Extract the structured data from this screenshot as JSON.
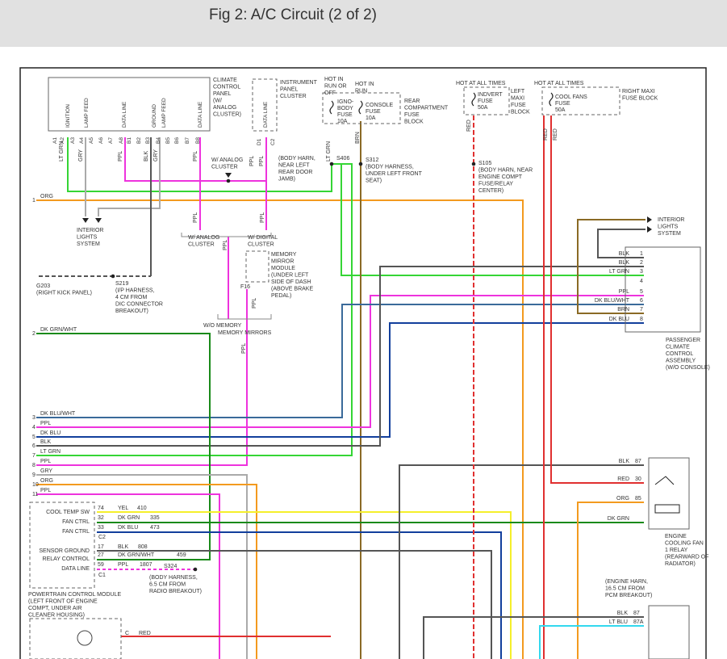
{
  "title": "Fig 2: A/C Circuit (2 of 2)",
  "colors": {
    "org": "#f39a1f",
    "ltgrn": "#35d535",
    "ppl": "#ee33dd",
    "gry": "#aaaaaa",
    "dkgrn": "#1a8a1a",
    "dkblu": "#123f9c",
    "blk": "#555555",
    "red": "#e03030",
    "brn": "#8a6a25",
    "yel": "#f5ef2b",
    "ltblu": "#33d8ee",
    "dkbluwht": "#3a6a9a"
  },
  "components": {
    "ccp": [
      "CLIMATE",
      "CONTROL",
      "PANEL",
      "(W/",
      "ANALOG",
      "CLUSTER)"
    ],
    "ccp_pins": [
      "A1",
      "A2",
      "A3",
      "A4",
      "A5",
      "A6",
      "A7",
      "A8",
      "B1",
      "B2",
      "B3",
      "B4",
      "B5",
      "B6",
      "B7",
      "B8"
    ],
    "ccp_pin_labels": [
      "IGNITION",
      "LAMP FEED",
      "DATA LINE",
      "GROUND",
      "LAMP FEED",
      "DATA LINE"
    ],
    "ipc": [
      "INSTRUMENT",
      "PANEL",
      "CLUSTER"
    ],
    "ipc_pins": [
      "D1",
      "C2"
    ],
    "ipc_pin_label": "DATA LINE",
    "hot_run": [
      "HOT IN",
      "RUN OR",
      "OFF"
    ],
    "hot_run2": [
      "HOT IN",
      "RUN"
    ],
    "ign_fuse": [
      "IGNO-",
      "BODY",
      "FUSE",
      "10A"
    ],
    "console_fuse": [
      "CONSOLE",
      "FUSE",
      "10A"
    ],
    "rear_block": [
      "REAR",
      "COMPARTMENT",
      "FUSE",
      "BLOCK"
    ],
    "hot_all": "HOT AT ALL TIMES",
    "hot_all2": "HOT AT ALL TIMES",
    "indvert": [
      "INDVERT",
      "FUSE",
      "50A"
    ],
    "left_maxi": [
      "LEFT",
      "MAXI",
      "FUSE",
      "BLOCK"
    ],
    "cool_fans": [
      "COOL FANS",
      "FUSE",
      "50A"
    ],
    "right_maxi": [
      "RIGHT MAXI",
      "FUSE BLOCK"
    ],
    "s406": "S406",
    "s406_note": [
      "(BODY HARN,",
      "NEAR LEFT",
      "REAR DOOR",
      "JAMB)"
    ],
    "s312": [
      "S312",
      "(BODY HARNESS,",
      "UNDER LEFT FRONT",
      "SEAT)"
    ],
    "s105": [
      "S105",
      "(BODY HARN, NEAR",
      "ENGINE COMPT",
      "FUSE/RELAY",
      "CENTER)"
    ],
    "w_analog": [
      "W/ ANALOG",
      "CLUSTER"
    ],
    "w_analog2": [
      "W/ ANALOG",
      "CLUSTER"
    ],
    "w_digital": [
      "W/ DIGITAL",
      "CLUSTER"
    ],
    "interior_left": [
      "INTERIOR",
      "LIGHTS",
      "SYSTEM"
    ],
    "interior_right": [
      "INTERIOR",
      "LIGHTS",
      "SYSTEM"
    ],
    "g203": [
      "G203",
      "(RIGHT KICK PANEL)"
    ],
    "s219": [
      "S219",
      "(I/P HARNESS,",
      "4 CM FROM",
      "DIC CONNECTOR",
      "BREAKOUT)"
    ],
    "memory": [
      "MEMORY",
      "MIRROR",
      "MODULE",
      "(UNDER LEFT",
      "SIDE OF DASH",
      "(ABOVE BRAKE",
      "PEDAL)"
    ],
    "f16": "F16",
    "wo_memory": "W/O MEMORY",
    "memory_mirrors": "MEMORY MIRRORS",
    "passenger": [
      "PASSENGER",
      "CLIMATE",
      "CONTROL",
      "ASSEMBLY",
      "(W/O CONSOLE)"
    ],
    "pcm_rows": [
      "COOL TEMP SW",
      "FAN CTRL",
      "FAN CTRL",
      "SENSOR GROUND",
      "RELAY CONTROL",
      "DATA LINE"
    ],
    "pcm_pins": [
      "74",
      "32",
      "33",
      "17",
      "27",
      "59"
    ],
    "pcm_conns": [
      "C2",
      "C1"
    ],
    "pcm_colors": [
      "YEL",
      "DK GRN",
      "DK BLU",
      "BLK",
      "DK GRN/WHT",
      "PPL"
    ],
    "pcm_circuits": [
      "410",
      "335",
      "473",
      "808",
      "459",
      "1807"
    ],
    "s324": "S324",
    "s324_note": [
      "(BODY HARNESS,",
      "6.5 CM FROM",
      "RADIO BREAKOUT)"
    ],
    "pcm": [
      "POWERTRAIN CONTROL MODULE",
      "(LEFT FRONT OF ENGINE",
      "COMPT, UNDER AIR",
      "CLEANER HOUSING)"
    ],
    "relay1": [
      "ENGINE",
      "COOLING FAN",
      "1 RELAY",
      "(REARWARD OF",
      "RADIATOR)"
    ],
    "engine_harn": [
      "(ENGINE HARN,",
      "16.5 CM FROM",
      "PCM BREAKOUT)"
    ],
    "left_wires": [
      {
        "n": "1",
        "c": "ORG"
      },
      {
        "n": "2",
        "c": "DK GRN/WHT"
      },
      {
        "n": "3",
        "c": "DK BLU/WHT"
      },
      {
        "n": "4",
        "c": "PPL"
      },
      {
        "n": "5",
        "c": "DK BLU"
      },
      {
        "n": "6",
        "c": "BLK"
      },
      {
        "n": "7",
        "c": "LT GRN"
      },
      {
        "n": "8",
        "c": "PPL"
      },
      {
        "n": "9",
        "c": "GRY"
      },
      {
        "n": "10",
        "c": "ORG"
      },
      {
        "n": "11",
        "c": "PPL"
      }
    ],
    "pca_wires": [
      {
        "n": "1",
        "c": "BLK"
      },
      {
        "n": "2",
        "c": "BLK"
      },
      {
        "n": "3",
        "c": "LT GRN"
      },
      {
        "n": "4",
        "c": ""
      },
      {
        "n": "5",
        "c": "PPL"
      },
      {
        "n": "6",
        "c": "DK BLU/WHT"
      },
      {
        "n": "7",
        "c": "BRN"
      },
      {
        "n": "8",
        "c": "DK BLU"
      }
    ],
    "relay_wires": [
      {
        "n": "87",
        "c": "BLK"
      },
      {
        "n": "30",
        "c": "RED"
      },
      {
        "n": "85",
        "c": "ORG"
      },
      {
        "n": "",
        "c": "DK GRN"
      }
    ],
    "bottom_wires": [
      {
        "n": "87",
        "c": "BLK"
      },
      {
        "n": "87A",
        "c": "LT BLU"
      }
    ],
    "motor_pin": "C",
    "motor_color": "RED",
    "wire_labels": {
      "ltgrn": "LT GRN",
      "gry": "GRY",
      "ppl": "PPL",
      "blk": "BLK",
      "red": "RED",
      "brn": "BRN",
      "org": "ORG",
      "ltgrn_v": "LT GRN"
    }
  }
}
